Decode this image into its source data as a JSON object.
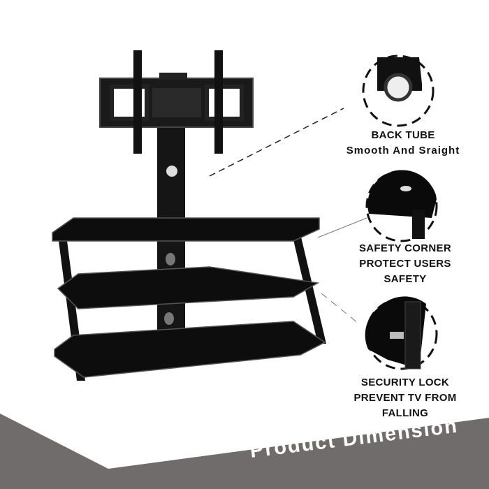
{
  "features": [
    {
      "lines": [
        "BACK TUBE",
        "Smooth And Sraight"
      ]
    },
    {
      "lines": [
        "SAFETY CORNER",
        "PROTECT USERS",
        "SAFETY"
      ]
    },
    {
      "lines": [
        "SECURITY LOCK",
        "PREVENT TV FROM",
        "FALLING"
      ]
    }
  ],
  "banner": {
    "title": "Product Dimension",
    "color": "#716c6c"
  }
}
